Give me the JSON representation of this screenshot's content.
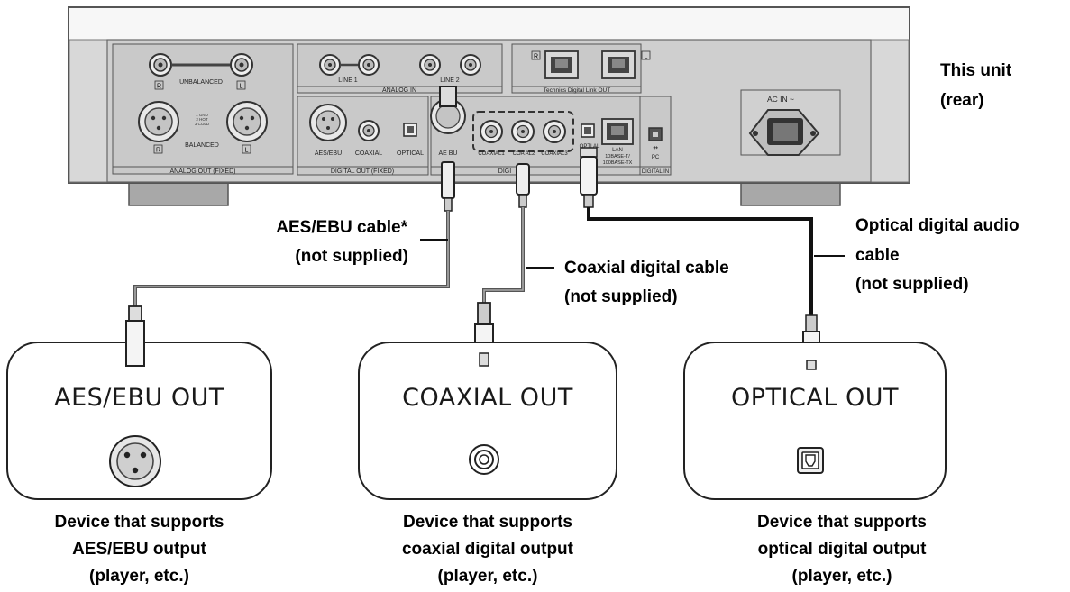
{
  "unit": {
    "label_line1": "This unit",
    "label_line2": "(rear)",
    "panel": {
      "unbalanced": "UNBALANCED",
      "balanced": "BALANCED",
      "analog_out": "ANALOG OUT (FIXED)",
      "line1": "LINE 1",
      "line2": "LINE 2",
      "analog_in": "ANALOG IN",
      "technics_link": "Technics Digital Link OUT",
      "ac_in": "AC IN ~",
      "aes_ebu": "AES/EBU",
      "coaxial": "COAXIAL",
      "optical": "OPTICAL",
      "digital_out": "DIGITAL OUT (FIXED)",
      "ae_bu": "AE  BU",
      "coaxial1": "COAXIAL1",
      "coaxial2": "COA  AL2",
      "coaxial3": "COAXIAL3",
      "optical_in": "OPTI AL",
      "digital": "DIGI",
      "lan_line1": "LAN",
      "lan_line2": "10BASE-T/",
      "lan_line3": "100BASE-TX",
      "pc": "PC",
      "digital_in": "DIGITAL IN",
      "r": "R",
      "l": "L",
      "pin_legend": [
        "1 GND",
        "2 HOT",
        "3 COLD"
      ]
    }
  },
  "cables": {
    "aes": {
      "line1": "AES/EBU cable*",
      "line2": "(not supplied)"
    },
    "coaxial": {
      "line1": "Coaxial digital cable",
      "line2": "(not supplied)"
    },
    "optical": {
      "line1": "Optical digital audio",
      "line2": "cable",
      "line3": "(not supplied)"
    }
  },
  "devices": [
    {
      "title": "AES/EBU OUT",
      "caption": [
        "Device that supports",
        "AES/EBU output",
        "(player, etc.)"
      ],
      "icon": "xlr-connector-icon"
    },
    {
      "title": "COAXIAL OUT",
      "caption": [
        "Device that supports",
        "coaxial digital output",
        "(player, etc.)"
      ],
      "icon": "rca-jack-icon"
    },
    {
      "title": "OPTICAL OUT",
      "caption": [
        "Device that supports",
        "optical digital output",
        "(player, etc.)"
      ],
      "icon": "optical-port-icon"
    }
  ]
}
